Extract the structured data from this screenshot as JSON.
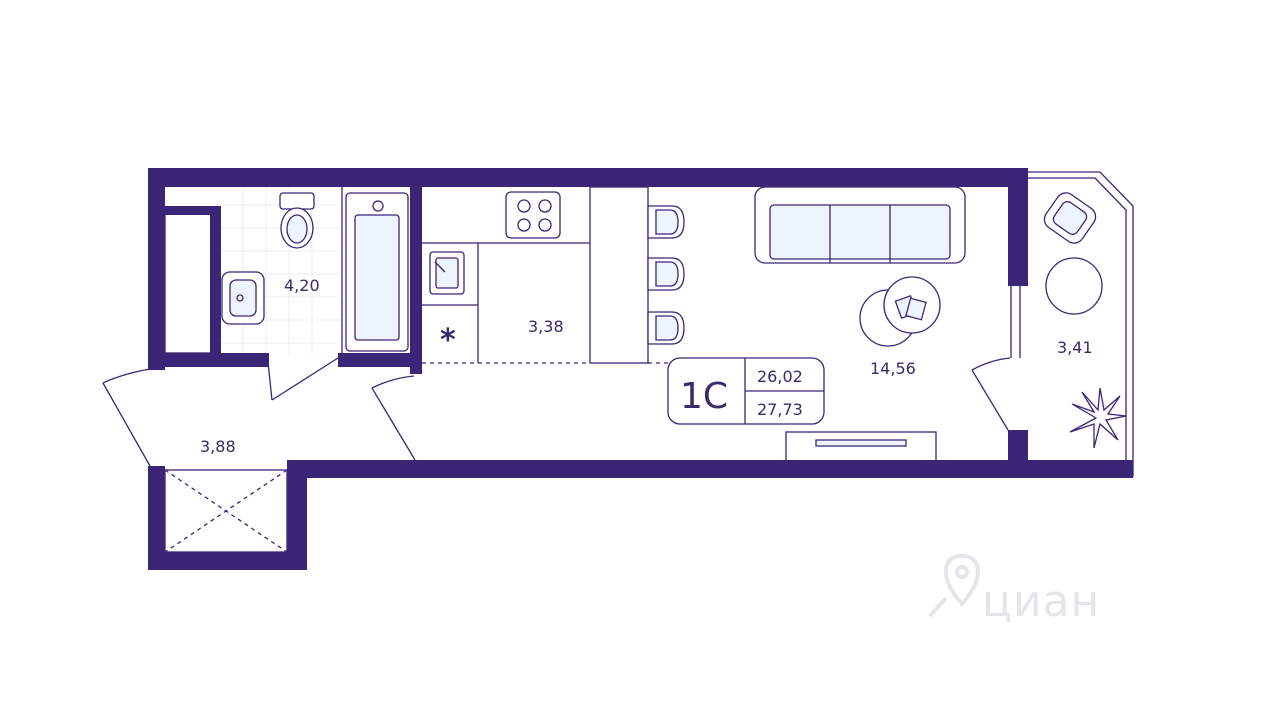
{
  "colors": {
    "wall": "#3b2576",
    "line": "#3b2576",
    "fixture_fill": "#eef4ff",
    "text": "#3a2a6b",
    "watermark": "#e6e6ea"
  },
  "rooms": {
    "bathroom": {
      "area": "4,20"
    },
    "kitchen": {
      "area": "3,38"
    },
    "living": {
      "area": "14,56"
    },
    "balcony": {
      "area": "3,41"
    },
    "hallway": {
      "area": "3,88"
    }
  },
  "badge": {
    "type": "1С",
    "living_area": "26,02",
    "total_area": "27,73"
  },
  "marks": {
    "star": "*"
  },
  "watermark": {
    "text": "циан",
    "icon": "location-pin-icon"
  }
}
